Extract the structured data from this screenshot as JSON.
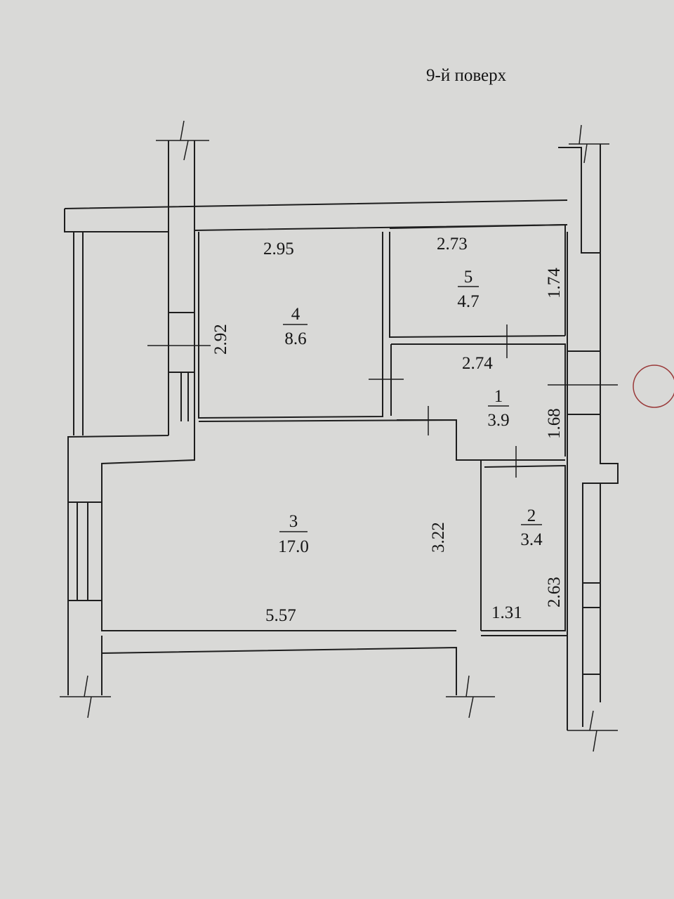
{
  "floor_title": "9-й поверх",
  "rooms": [
    {
      "number": "4",
      "area": "8.6",
      "width": "2.95",
      "length": "2.92"
    },
    {
      "number": "5",
      "area": "4.7",
      "width": "2.73",
      "length": "1.74"
    },
    {
      "number": "1",
      "area": "3.9",
      "width": "2.74",
      "length": "1.68"
    },
    {
      "number": "3",
      "area": "17.0",
      "width": "5.57",
      "length": "3.22"
    },
    {
      "number": "2",
      "area": "3.4",
      "width": "1.31",
      "length": "2.63"
    }
  ],
  "colors": {
    "paper": "#d9d9d7",
    "ink": "#1e1e1e",
    "stamp": "#9a3a3a"
  }
}
